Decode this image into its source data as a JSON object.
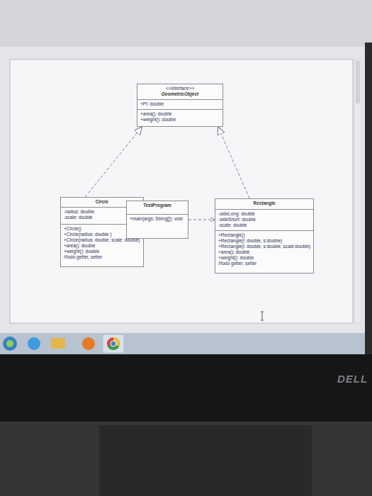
{
  "diagram": {
    "nodes": [
      {
        "text": [
          "<<interface>>",
          "GeometricObject",
          "+PI: double",
          "+area(): double",
          "+weight(): double"
        ]
      },
      {
        "text": [
          "Circle",
          "-radius: double",
          "-scale: double",
          "+Circle()",
          "+Circle(radius: double )",
          "+Circle(radius: double, scale: double)",
          "+area(): double",
          "+weight(): double",
          "//todo getter, setter"
        ]
      },
      {
        "text": [
          "TestProgram",
          "+main(args: String[]): void"
        ]
      },
      {
        "text": [
          "Rectangle",
          "-sideLong: double",
          "-sideShort: double",
          "-scale: double",
          "+Rectangle()",
          "+Rectangle(l: double, s:double)",
          "+Rectangle(l: double, s:double, scale:double)",
          "+area(): double",
          "+weight(): double",
          "//todo getter, setter"
        ]
      }
    ],
    "edges": [
      {
        "from": 1,
        "to": 0,
        "arrow": "to"
      },
      {
        "from": 3,
        "to": 0,
        "arrow": "to"
      },
      {
        "from": 2,
        "to": 1,
        "arrow": "to"
      },
      {
        "from": 2,
        "to": 3,
        "arrow": "to"
      }
    ],
    "labels": [
      "DELL"
    ]
  }
}
